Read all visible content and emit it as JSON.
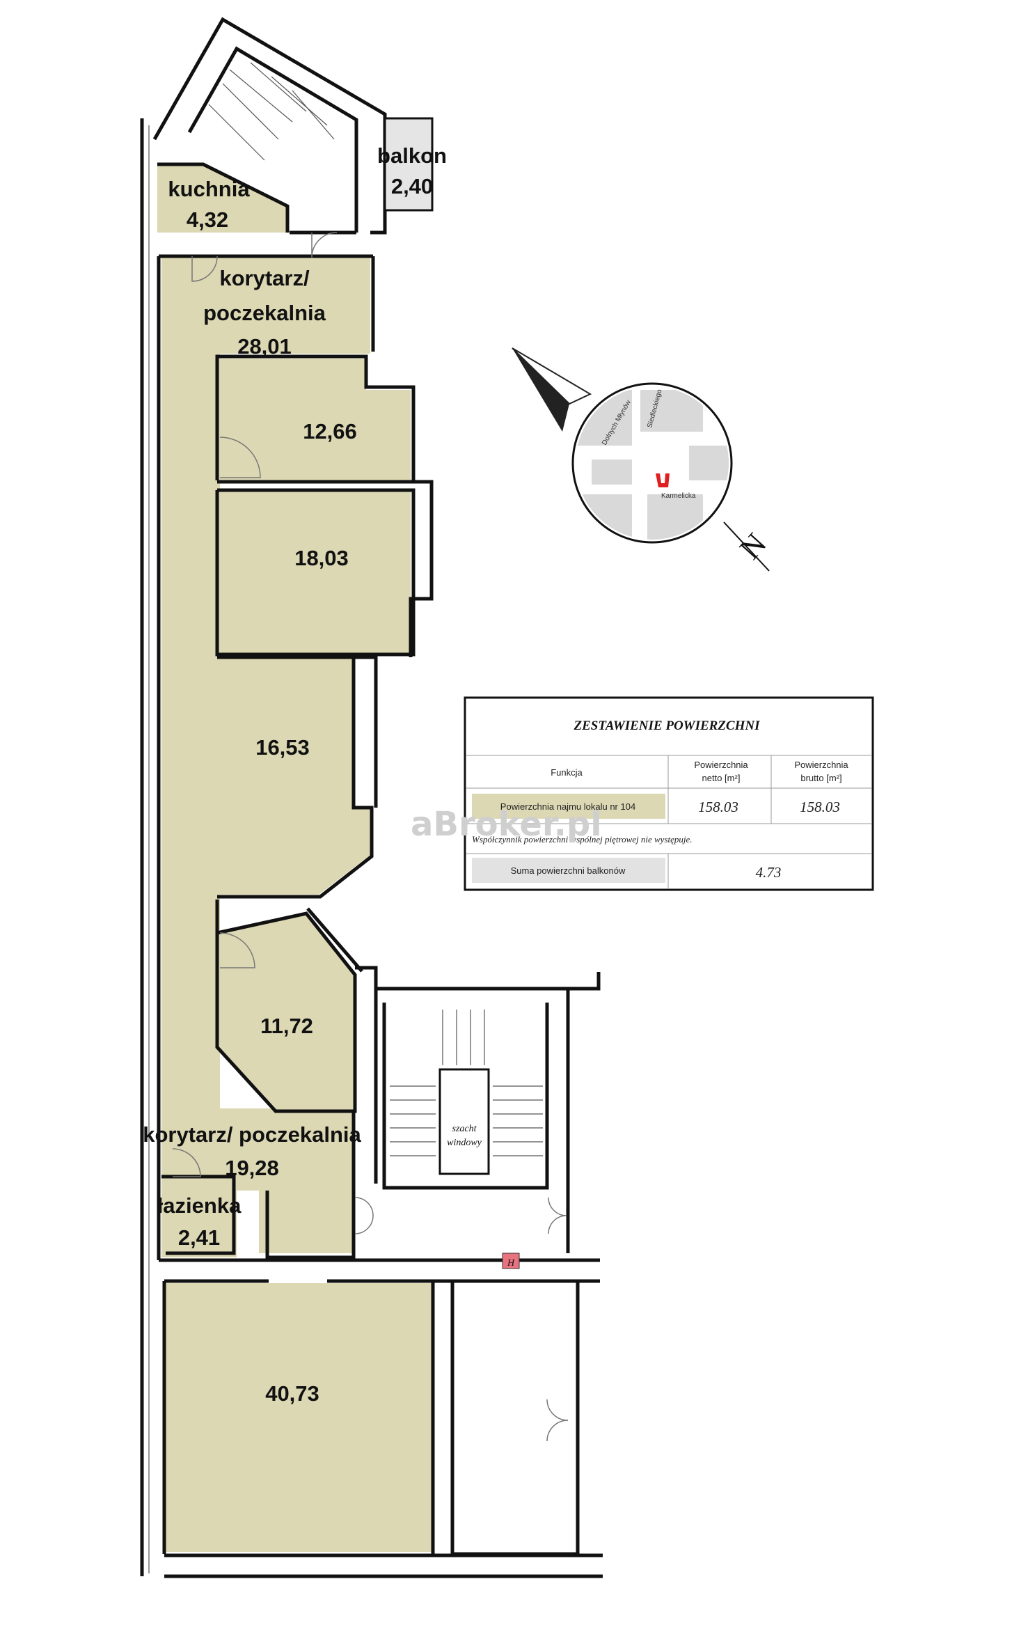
{
  "rooms": {
    "kuchnia": {
      "name": "kuchnia",
      "area": "4,32"
    },
    "balkon": {
      "name": "balkon",
      "area": "2,40"
    },
    "korytarz1": {
      "name_line1": "korytarz/",
      "name_line2": "poczekalnia",
      "area": "28,01"
    },
    "r1": {
      "area": "12,66"
    },
    "r2": {
      "area": "18,03"
    },
    "r3": {
      "area": "16,53"
    },
    "r4": {
      "area": "11,72"
    },
    "korytarz2": {
      "name": "korytarz/ poczekalnia",
      "area": "19,28"
    },
    "lazienka": {
      "name": "łazienka",
      "area": "2,41"
    },
    "r5": {
      "area": "40,73"
    }
  },
  "core": {
    "shaft_line1": "szacht",
    "shaft_line2": "windowy",
    "hydrant": "H"
  },
  "compass": {
    "north_letter": "N",
    "street_1": "Karmelicka",
    "street_2": "Dolnych Młynów",
    "street_3": "Siedleckiego"
  },
  "table": {
    "title": "ZESTAWIENIE POWIERZCHNI",
    "col_function": "Funkcja",
    "col_net_line1": "Powierzchnia",
    "col_net_line2": "netto [m²]",
    "col_gross_line1": "Powierzchnia",
    "col_gross_line2": "brutto [m²]",
    "row_label": "Powierzchnia najmu lokalu nr 104",
    "row_net": "158.03",
    "row_gross": "158.03",
    "note": "Współczynnik powierzchni wspólnej piętrowej nie występuje.",
    "balcony_label": "Suma powierzchni balkonów",
    "balcony_value": "4.73"
  },
  "watermark": "aBroker.pl",
  "colors": {
    "room_fill": "#dcd8b4",
    "table_highlight": "#dcd8b4",
    "table_grey": "#e2e2e2",
    "hydrant_red": "#e8737f",
    "wall": "#111111"
  }
}
